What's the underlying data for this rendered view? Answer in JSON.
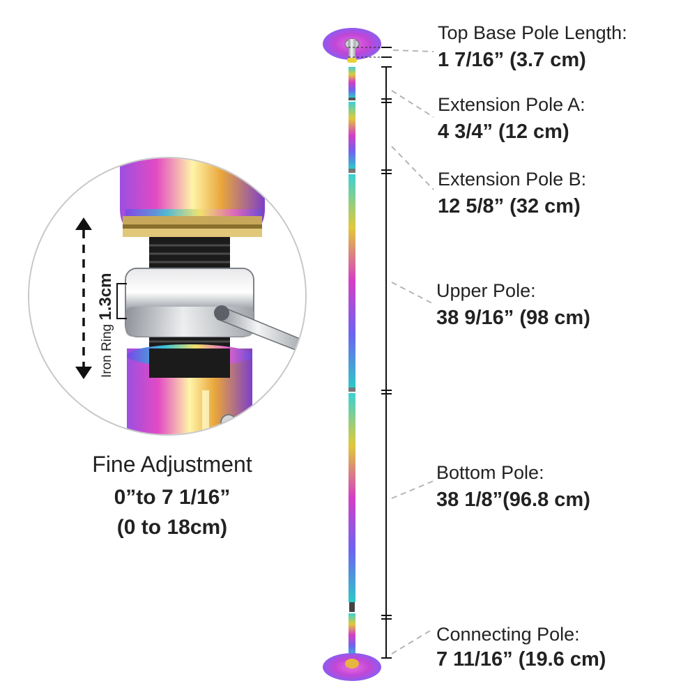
{
  "parts": [
    {
      "name": "Top Base Pole Length:",
      "value": "1 7/16” (3.7 cm)"
    },
    {
      "name": "Extension Pole A:",
      "value": "4 3/4” (12 cm)"
    },
    {
      "name": "Extension Pole B:",
      "value": "12 5/8” (32 cm)"
    },
    {
      "name": "Upper Pole:",
      "value": "38 9/16” (98 cm)"
    },
    {
      "name": "Bottom Pole:",
      "value": "38 1/8”(96.8 cm)"
    },
    {
      "name": "Connecting Pole:",
      "value": "7 11/16” (19.6 cm)"
    }
  ],
  "fine_adjustment": {
    "title": "Fine Adjustment",
    "range_in": "0”to 7 1/16”",
    "range_cm": "(0 to 18cm)"
  },
  "iron_ring": {
    "label": "Iron Ring",
    "size": "1.3cm"
  },
  "colors": {
    "text": "#222222",
    "dim_line": "#111111",
    "leader": "#b5b5b5",
    "circle_border": "#c8c8c8",
    "iridescent": [
      "#d23cc8",
      "#7b5cf0",
      "#35c7d8",
      "#e8d23a",
      "#f08a2a"
    ]
  }
}
